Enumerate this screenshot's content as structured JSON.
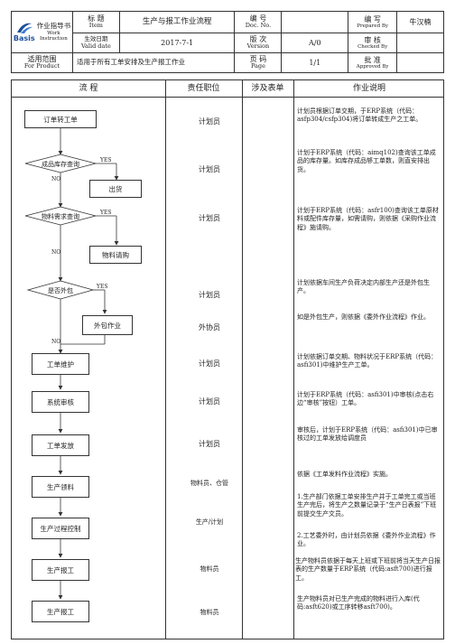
{
  "header": {
    "doc_type": "作业指导书",
    "work": "Work",
    "instruction": "Instruction",
    "logo": "Basis",
    "title_label": "标 题",
    "title_label_en": "Item",
    "title_value": "生产与报工作业流程",
    "docno_label": "编 号",
    "docno_label_en": "Doc. No.",
    "docno_value": "",
    "prepared_label": "编 写",
    "prepared_label_en": "Prepared By",
    "prepared_value": "牛汉楠",
    "valid_label": "生效日期",
    "valid_label_en": "Valid date",
    "valid_value": "2017-7-1",
    "version_label": "版 次",
    "version_label_en": "Version",
    "version_value": "A/0",
    "checked_label": "审 核",
    "checked_label_en": "Checked By",
    "checked_value": "",
    "scope_label": "适用范围",
    "scope_label_en": "For Product",
    "scope_value": "适用于所有工单安排及生产报工作业",
    "page_label": "页 码",
    "page_label_en": "Page",
    "page_value": "1/1",
    "approved_label": "批 准",
    "approved_label_en": "Approved By",
    "approved_value": ""
  },
  "columns": [
    "流 程",
    "责任职位",
    "涉及表单",
    "作业说明"
  ],
  "flow": {
    "n1": "订单转工单",
    "n2": "成品库存查询",
    "n3": "出货",
    "n4": "物料需求查询",
    "n5": "物料请购",
    "n6": "是否外包",
    "n7": "外包作业",
    "n8": "工单维护",
    "n9": "系统审核",
    "n10": "工单发放",
    "n11": "生产领料",
    "n12": "生产过程控制",
    "n13": "生产报工",
    "n14": "生产报工",
    "yes": "YES",
    "no": "NO"
  },
  "roles": [
    "计划员",
    "计划员",
    "计划员",
    "计划员",
    "外协员",
    "计划员",
    "计划员",
    "计划员",
    "物料员、仓管",
    "生产/计划",
    "物料员",
    "物料员"
  ],
  "descriptions": [
    "计划员根据订单交期，于ERP系统（代码：asfp304/csfp304)将订单转成生产之工单。",
    "计划于ERP系统（代码：aimq102)查询该工单成品的库存量。如库存成品够工单数，则直安排出货。",
    "计划于ERP系统（代码：asfr100)查询该工单原材料或配件库存量，如需请购，则依据《采购作业流程》施请购。",
    "计划依据车间生产负荷决定内部生产还是外包生产。",
    "如是外包生产，则依据《委外作业流程》作业。",
    "计划依据订单交期、物料状况于ERP系统（代码：asfi301)中维护生产工单。",
    "计划于ERP系统（代码：asfi301)中审核(点击右边“审核”按钮）工单。",
    "审核后，计划于ERP系统（代码：asfi301)中已审核过的工单发放给调度员",
    "依据《工单发料作业流程》实施。",
    "1.生产部门依据工单安排生产并于工单完工或当班生产完后，将生产之数量记录于“生产日表报”下班前提交生产文员。",
    "2.工艺委外时，由计划员依据《委外作业流程》作业。",
    "生产物料员依据于每天上班或下班前将当天生产日报表的生产数量于ERP系统（代码:asft700)进行报工。",
    "生产物料员对已生产完成的物料进行入库(代码:asft620)或工序转移asft700)。"
  ]
}
